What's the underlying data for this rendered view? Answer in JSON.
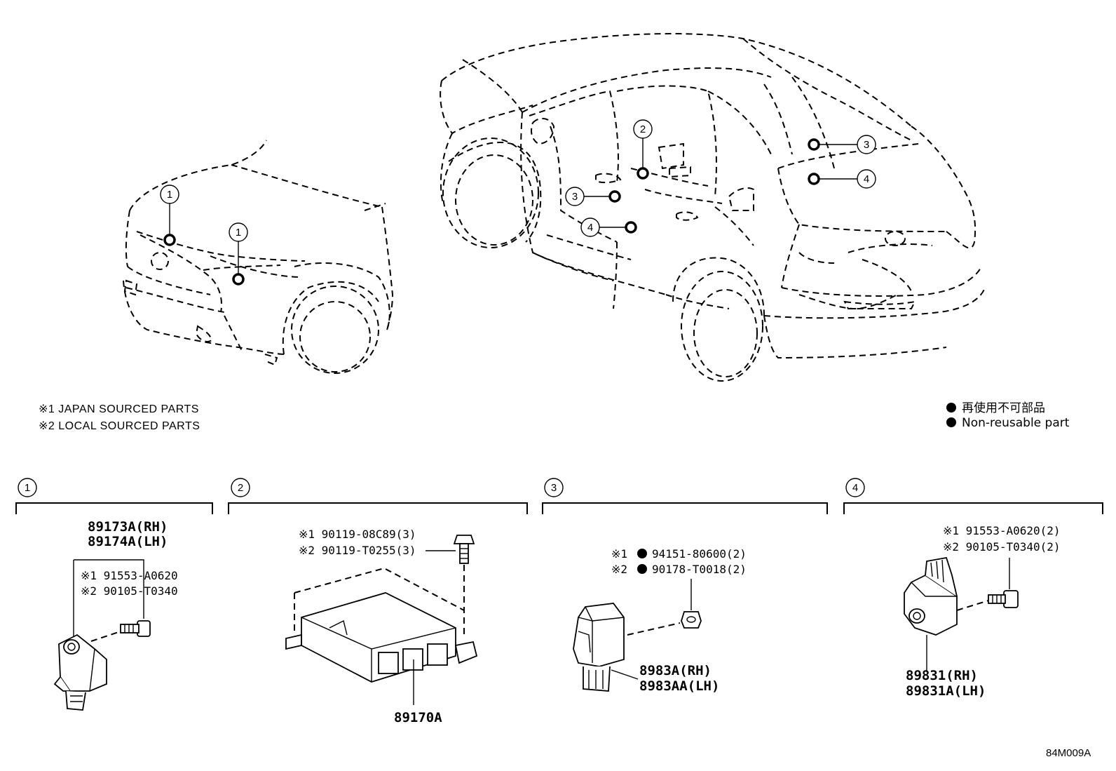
{
  "notes": {
    "japan": "※1 JAPAN SOURCED PARTS",
    "local": "※2 LOCAL SOURCED PARTS"
  },
  "legend": {
    "jp": "再使用不可部品",
    "en": "Non-reusable part"
  },
  "callouts": {
    "c1": "1",
    "c2": "2",
    "c3": "3",
    "c4": "4"
  },
  "sections": {
    "s1": {
      "num": "1",
      "part_a": "89173A(RH)",
      "part_b": "89174A(LH)",
      "bolt_1": "※1 91553-A0620",
      "bolt_2": "※2 90105-T0340"
    },
    "s2": {
      "num": "2",
      "bolt_1": "※1 90119-08C89(3)",
      "bolt_2": "※2 90119-T0255(3)",
      "part": "89170A"
    },
    "s3": {
      "num": "3",
      "mark_1": "※1",
      "nut_1": "94151-80600(2)",
      "mark_2": "※2",
      "nut_2": "90178-T0018(2)",
      "part_a": "8983A(RH)",
      "part_b": "8983AA(LH)"
    },
    "s4": {
      "num": "4",
      "bolt_1": "※1 91553-A0620(2)",
      "bolt_2": "※2 90105-T0340(2)",
      "part_a": "89831(RH)",
      "part_b": "89831A(LH)"
    }
  },
  "figure_code": "84M009A"
}
